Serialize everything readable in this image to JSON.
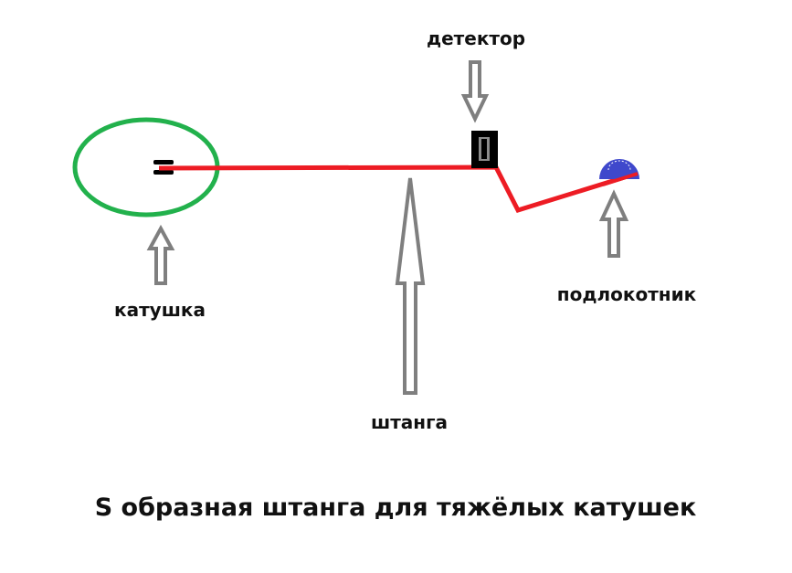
{
  "labels": {
    "detector": "детектор",
    "coil": "катушка",
    "rod": "штанга",
    "armrest": "подлокотник"
  },
  "title": "S образная штанга для тяжёлых катушек",
  "colors": {
    "coil": "#22b14c",
    "rod": "#ed1c24",
    "detector": "#000000",
    "armrest": "#3f48cc",
    "arrow": "#7f7f7f"
  }
}
